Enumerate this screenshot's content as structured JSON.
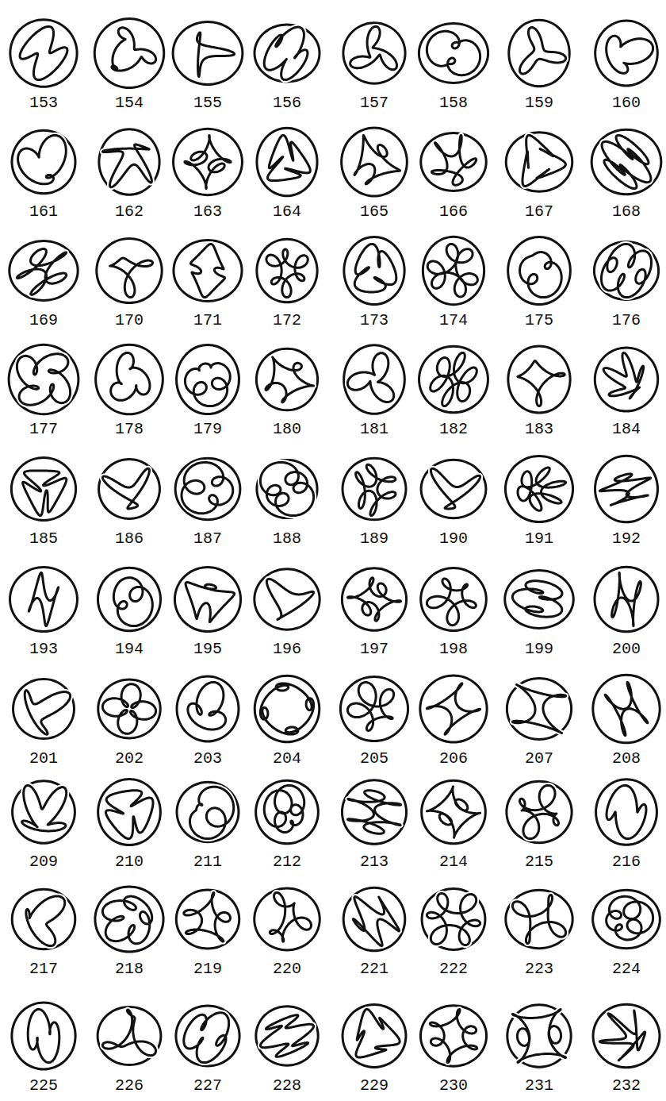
{
  "diagram": {
    "labels": [
      "153",
      "154",
      "155",
      "156",
      "157",
      "158",
      "159",
      "160",
      "161",
      "162",
      "163",
      "164",
      "165",
      "166",
      "167",
      "168",
      "169",
      "170",
      "171",
      "172",
      "173",
      "174",
      "175",
      "176",
      "177",
      "178",
      "179",
      "180",
      "181",
      "182",
      "183",
      "184",
      "185",
      "186",
      "187",
      "188",
      "189",
      "190",
      "191",
      "192",
      "193",
      "194",
      "195",
      "196",
      "197",
      "198",
      "199",
      "200",
      "201",
      "202",
      "203",
      "204",
      "205",
      "206",
      "207",
      "208",
      "209",
      "210",
      "211",
      "212",
      "213",
      "214",
      "215",
      "216",
      "217",
      "218",
      "219",
      "220",
      "221",
      "222",
      "223",
      "224",
      "225",
      "226",
      "227",
      "228",
      "229",
      "230",
      "231",
      "232"
    ]
  }
}
